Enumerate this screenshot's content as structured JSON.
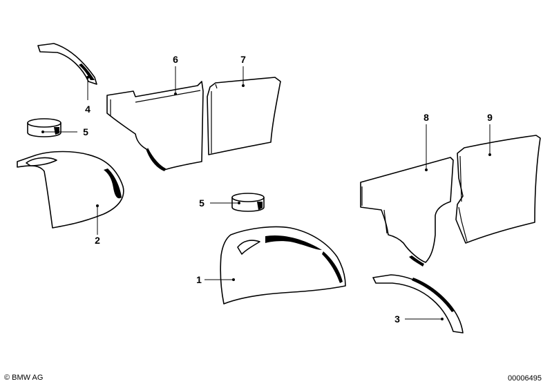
{
  "callouts": {
    "p1": "1",
    "p2": "2",
    "p3": "3",
    "p4": "4",
    "p5a": "5",
    "p5b": "5",
    "p6": "6",
    "p7": "7",
    "p8": "8",
    "p9": "9"
  },
  "footer": {
    "copyright": "© BMW AG",
    "drawing_number": "00006495"
  }
}
